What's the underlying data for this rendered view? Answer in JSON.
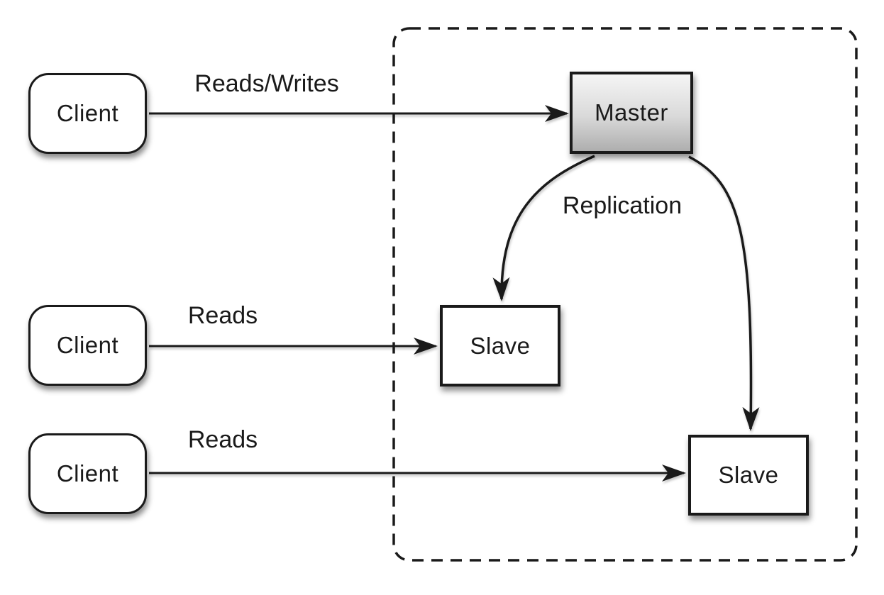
{
  "colors": {
    "line": "#1a1a1a",
    "node_fill": "#ffffff",
    "master_gradient_top": "#f5f5f5",
    "master_gradient_bottom": "#aeaeae",
    "background": "#ffffff"
  },
  "nodes": {
    "client_top": {
      "label": "Client"
    },
    "client_middle": {
      "label": "Client"
    },
    "client_bottom": {
      "label": "Client"
    },
    "master": {
      "label": "Master"
    },
    "slave_left": {
      "label": "Slave"
    },
    "slave_right": {
      "label": "Slave"
    }
  },
  "edge_labels": {
    "reads_writes": "Reads/Writes",
    "reads_middle": "Reads",
    "reads_bottom": "Reads",
    "replication": "Replication"
  }
}
